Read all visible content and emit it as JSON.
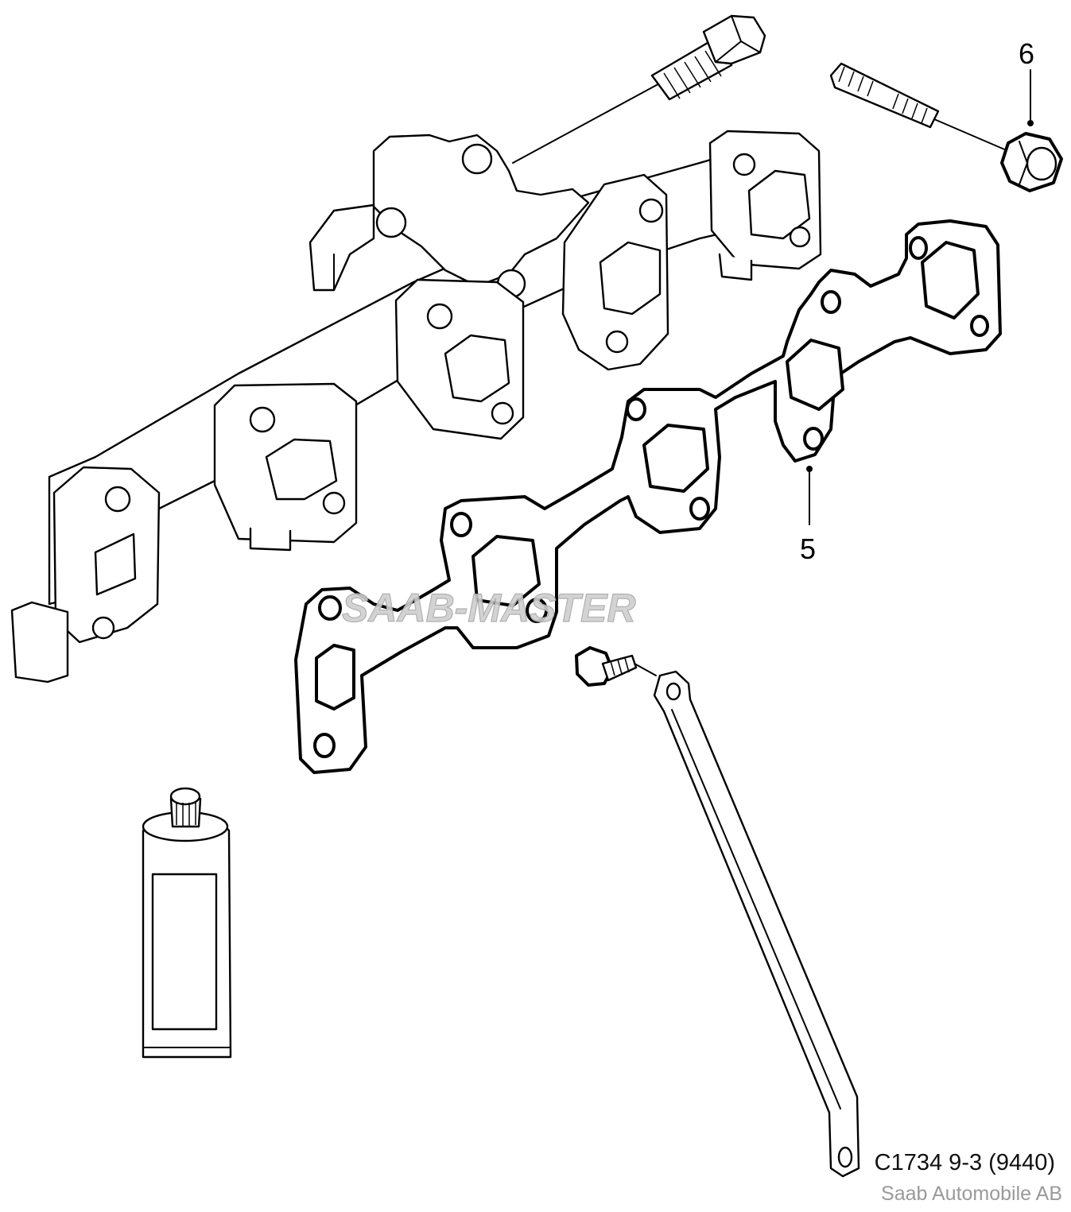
{
  "callouts": {
    "six": "6",
    "five": "5"
  },
  "footer": {
    "diagram_code": "C1734 9-3 (9440)",
    "copyright": "Saab Automobile AB"
  },
  "watermark": {
    "text": "SAAB-MASTER"
  }
}
